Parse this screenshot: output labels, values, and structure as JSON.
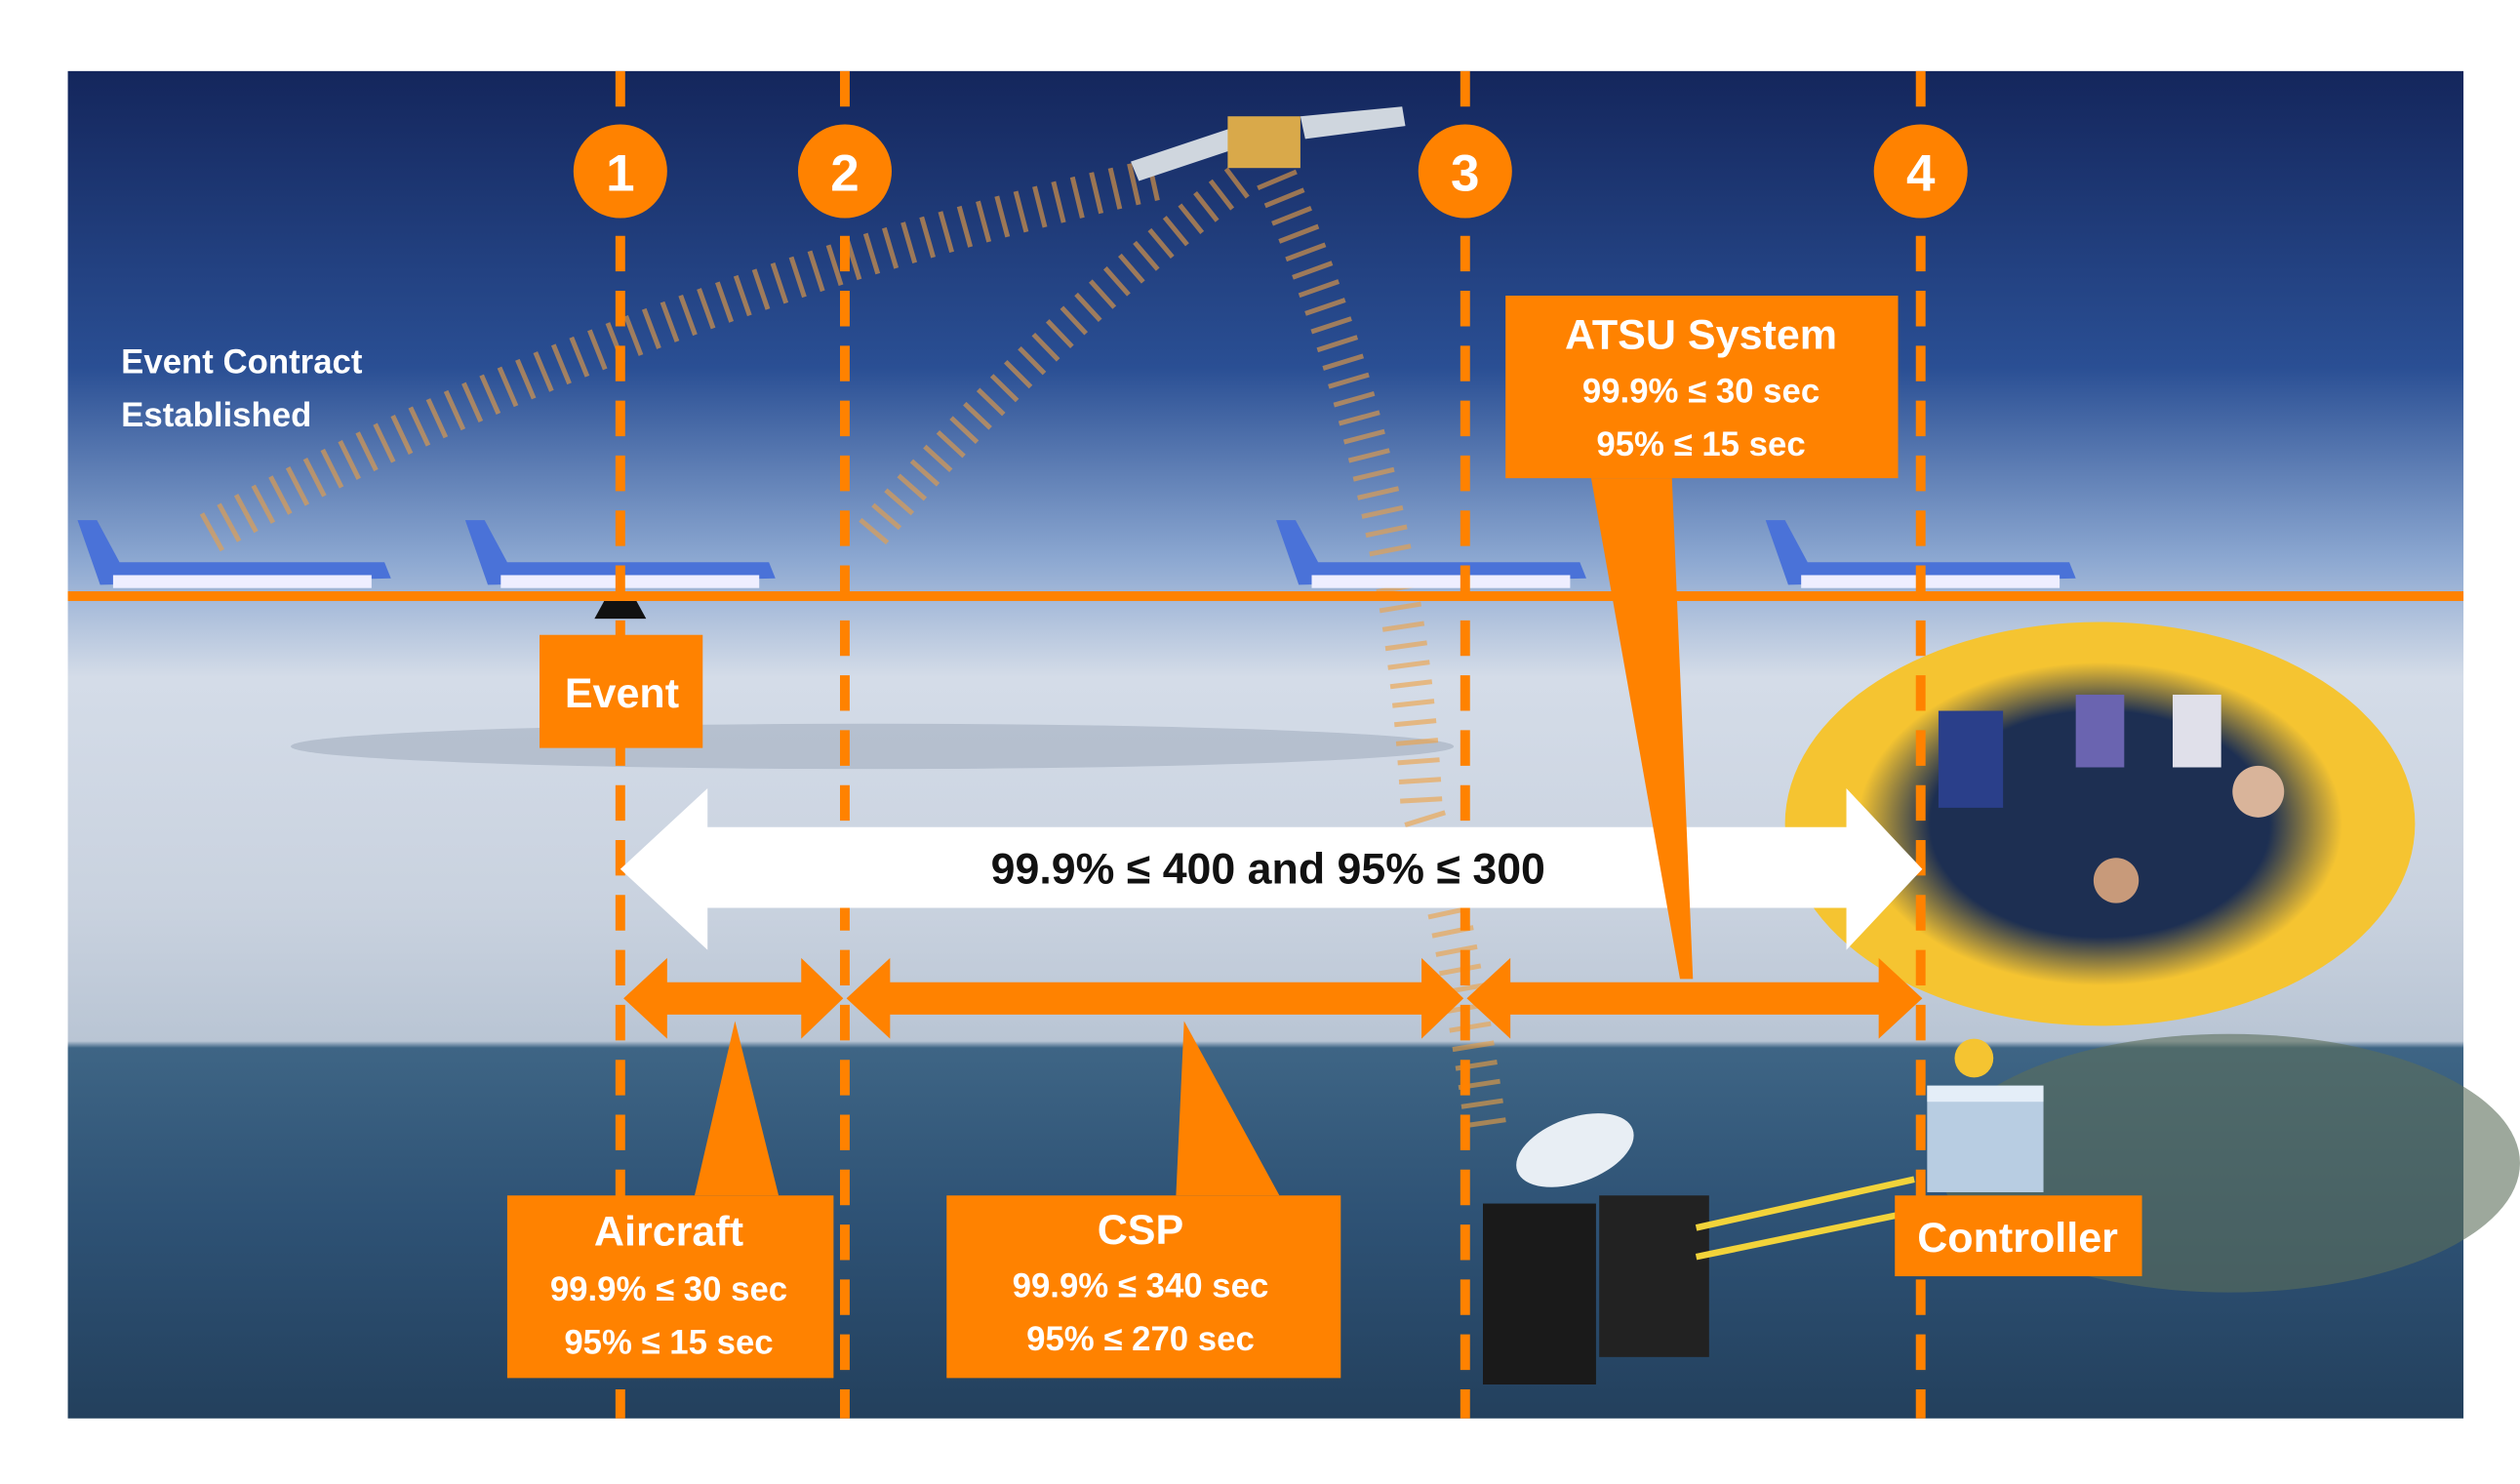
{
  "colors": {
    "accent": "#ff8200",
    "sky_top": "#14265c",
    "sea": "#2d4d70",
    "bubble": "#f5c431"
  },
  "milestones": [
    {
      "number": "1"
    },
    {
      "number": "2"
    },
    {
      "number": "3"
    },
    {
      "number": "4"
    }
  ],
  "labels": {
    "event_contract_line1": "Event Contract",
    "event_contract_line2": "Established",
    "event": "Event",
    "total": "99.9% ≤ 400 and 95% ≤ 300",
    "controller": "Controller"
  },
  "callouts": {
    "aircraft": {
      "title": "Aircraft",
      "line1": "99.9% ≤ 30 sec",
      "line2": "95% ≤ 15 sec"
    },
    "csp": {
      "title": "CSP",
      "line1": "99.9% ≤ 340 sec",
      "line2": "95% ≤ 270 sec"
    },
    "atsu": {
      "title": "ATSU System",
      "line1": "99.9% ≤ 30 sec",
      "line2": "95% ≤ 15 sec"
    }
  }
}
